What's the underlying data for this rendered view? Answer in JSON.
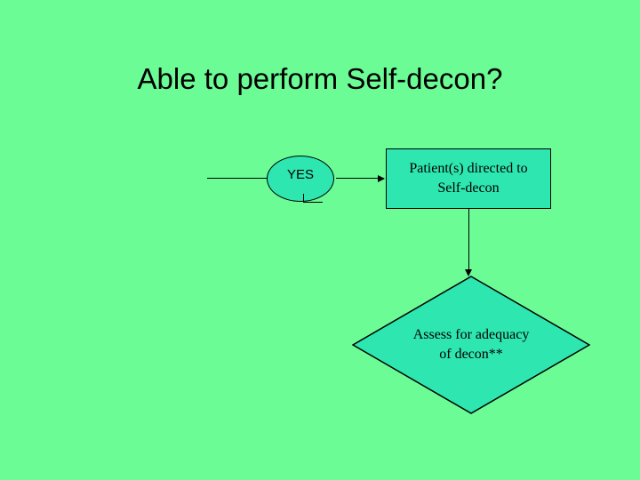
{
  "slide": {
    "background_color": "#6bfc96",
    "title": "Able to perform Self-decon?"
  },
  "shapes": {
    "yes_node": {
      "label": "YES",
      "fill_color": "#2ee6b0",
      "border_color": "#000000"
    },
    "process_box": {
      "line1": "Patient(s) directed to",
      "line2": "Self-decon",
      "fill_color": "#2ee6b0",
      "border_color": "#000000"
    },
    "decision_diamond": {
      "line1": "Assess for adequacy",
      "line2": "of decon**",
      "fill_color": "#2ee6b0",
      "border_color": "#000000"
    }
  },
  "connectors": {
    "incoming_line": "line-from-left",
    "yes_to_box_arrow": "arrow-right",
    "box_to_diamond_arrow": "arrow-down"
  }
}
